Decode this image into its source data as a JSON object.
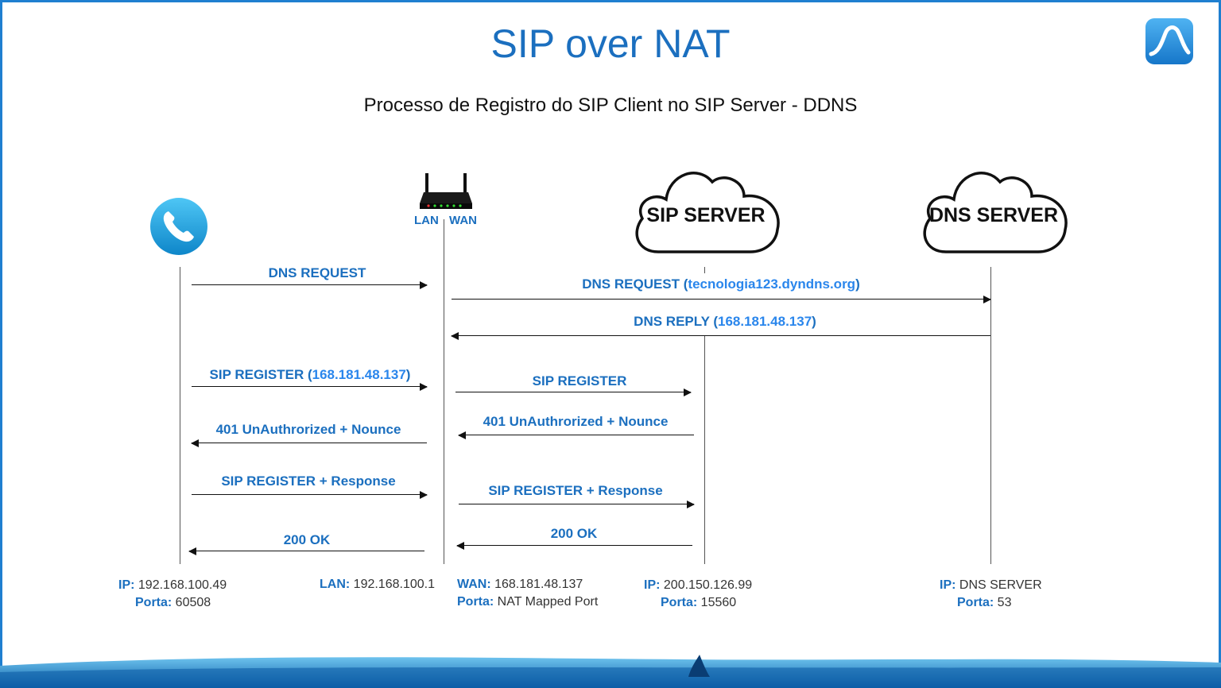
{
  "title": "SIP over NAT",
  "subtitle": "Processo de Registro do SIP Client no SIP Server - DDNS",
  "colors": {
    "accent": "#1b6fbf",
    "highlight": "#2a86ec",
    "frame": "#1f7fd0"
  },
  "endpoints": {
    "phone": {
      "icon": "phone-icon"
    },
    "router": {
      "icon": "router-icon",
      "lan_label": "LAN",
      "wan_label": "WAN"
    },
    "sip_server": {
      "icon": "cloud-icon",
      "label": "SIP SERVER"
    },
    "dns_server": {
      "icon": "cloud-icon",
      "label": "DNS SERVER"
    }
  },
  "messages": [
    {
      "id": "m1",
      "text": "DNS REQUEST",
      "highlight": ""
    },
    {
      "id": "m2",
      "text": "DNS REQUEST (",
      "highlight": "tecnologia123.dyndns.org",
      "suffix": ")"
    },
    {
      "id": "m3",
      "text": "DNS REPLY (",
      "highlight": "168.181.48.137",
      "suffix": ")"
    },
    {
      "id": "m4",
      "text": "SIP REGISTER (",
      "highlight": "168.181.48.137",
      "suffix": ")"
    },
    {
      "id": "m5",
      "text": "SIP REGISTER",
      "highlight": ""
    },
    {
      "id": "m6",
      "text": "401 UnAuthrorized + Nounce",
      "highlight": ""
    },
    {
      "id": "m7",
      "text": "401 UnAuthrorized + Nounce",
      "highlight": ""
    },
    {
      "id": "m8",
      "text": "SIP REGISTER + Response",
      "highlight": ""
    },
    {
      "id": "m9",
      "text": "SIP REGISTER + Response",
      "highlight": ""
    },
    {
      "id": "m10",
      "text": "200 OK",
      "highlight": ""
    },
    {
      "id": "m11",
      "text": "200 OK",
      "highlight": ""
    }
  ],
  "info": {
    "phone": {
      "l1_key": "IP:",
      "l1_val": " 192.168.100.49",
      "l2_key": "Porta:",
      "l2_val": " 60508"
    },
    "lan": {
      "l1_key": "LAN:",
      "l1_val": " 192.168.100.1"
    },
    "wan": {
      "l1_key": "WAN:",
      "l1_val": " 168.181.48.137",
      "l2_key": "Porta:",
      "l2_val": " NAT Mapped Port"
    },
    "sip": {
      "l1_key": "IP:",
      "l1_val": " 200.150.126.99",
      "l2_key": "Porta:",
      "l2_val": " 15560"
    },
    "dns": {
      "l1_key": "IP:",
      "l1_val": " DNS SERVER",
      "l2_key": "Porta:",
      "l2_val": " 53"
    }
  },
  "logo": {
    "icon": "shark-fin-logo-icon"
  }
}
